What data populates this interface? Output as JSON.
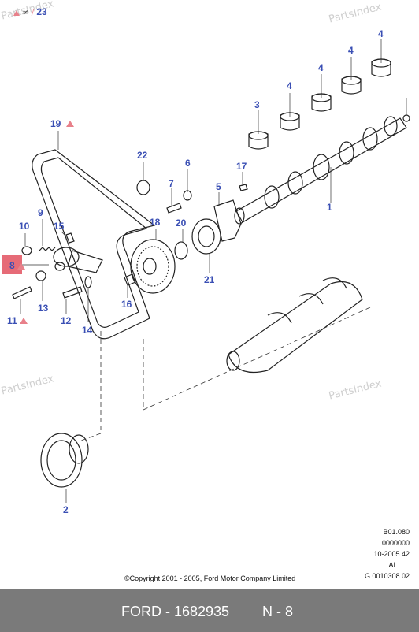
{
  "watermarks": [
    "PartsIndex",
    "PartsIndex",
    "PartsIndex",
    "PartsIndex"
  ],
  "top_legend": {
    "symbol": "≠",
    "number": "23"
  },
  "callouts": [
    {
      "id": "c1",
      "text": "1"
    },
    {
      "id": "c2",
      "text": "2"
    },
    {
      "id": "c3",
      "text": "3"
    },
    {
      "id": "c4a",
      "text": "4"
    },
    {
      "id": "c4b",
      "text": "4"
    },
    {
      "id": "c4c",
      "text": "4"
    },
    {
      "id": "c4d",
      "text": "4"
    },
    {
      "id": "c5",
      "text": "5"
    },
    {
      "id": "c6",
      "text": "6"
    },
    {
      "id": "c7",
      "text": "7"
    },
    {
      "id": "c8",
      "text": "8"
    },
    {
      "id": "c9",
      "text": "9"
    },
    {
      "id": "c10",
      "text": "10"
    },
    {
      "id": "c11",
      "text": "11"
    },
    {
      "id": "c12",
      "text": "12"
    },
    {
      "id": "c13",
      "text": "13"
    },
    {
      "id": "c14",
      "text": "14"
    },
    {
      "id": "c15",
      "text": "15"
    },
    {
      "id": "c16",
      "text": "16"
    },
    {
      "id": "c17",
      "text": "17"
    },
    {
      "id": "c18",
      "text": "18"
    },
    {
      "id": "c19",
      "text": "19"
    },
    {
      "id": "c20",
      "text": "20"
    },
    {
      "id": "c21",
      "text": "21"
    },
    {
      "id": "c22",
      "text": "22"
    }
  ],
  "meta_lines": [
    "B01.080",
    "0000000",
    "10-2005 42",
    "AI",
    "G 0010308 02"
  ],
  "copyright": "©Copyright 2001 - 2005, Ford Motor Company Limited",
  "footer": {
    "brand_part": "FORD - 1682935",
    "page": "N - 8"
  },
  "colors": {
    "callout": "#3a4fb4",
    "warning_triangle": "#e8808a",
    "highlight": "#e66b77",
    "footer_bg": "#7a7a7a"
  }
}
